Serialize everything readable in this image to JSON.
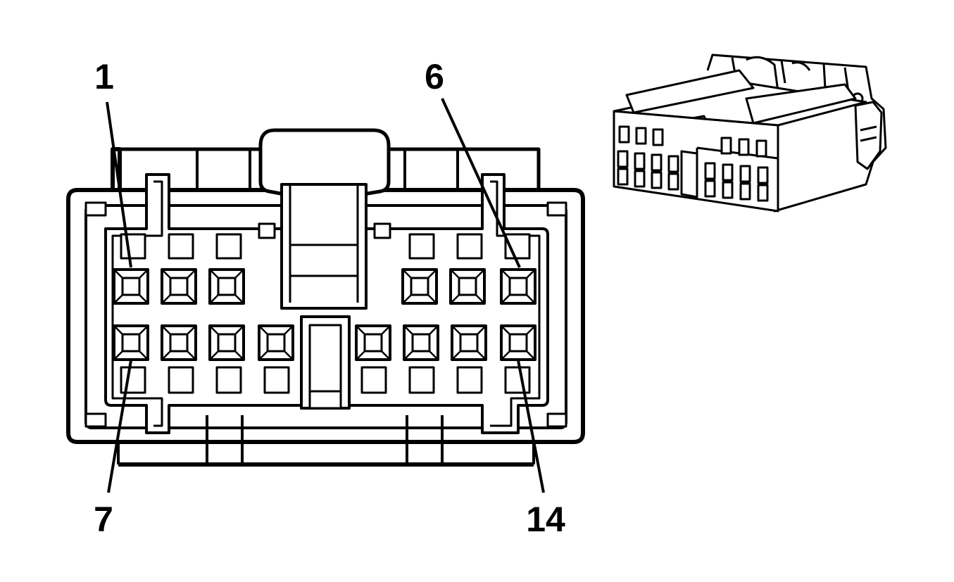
{
  "labels": {
    "pin_1": "1",
    "pin_6": "6",
    "pin_7": "7",
    "pin_14": "14"
  },
  "connector": {
    "top_row_cavities": 6,
    "bottom_row_cavities": 8
  },
  "colors": {
    "line": "#000000",
    "background": "#ffffff"
  }
}
